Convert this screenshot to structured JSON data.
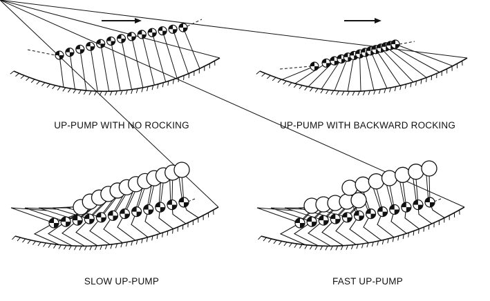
{
  "panels": [
    {
      "label": "UP-PUMP WITH NO ROCKING"
    },
    {
      "label": "UP-PUMP WITH BACKWARD ROCKING"
    },
    {
      "label": "SLOW UP-PUMP"
    },
    {
      "label": "FAST UP-PUMP"
    }
  ],
  "colors": {
    "ink": "#111111",
    "paper": "#ffffff"
  }
}
